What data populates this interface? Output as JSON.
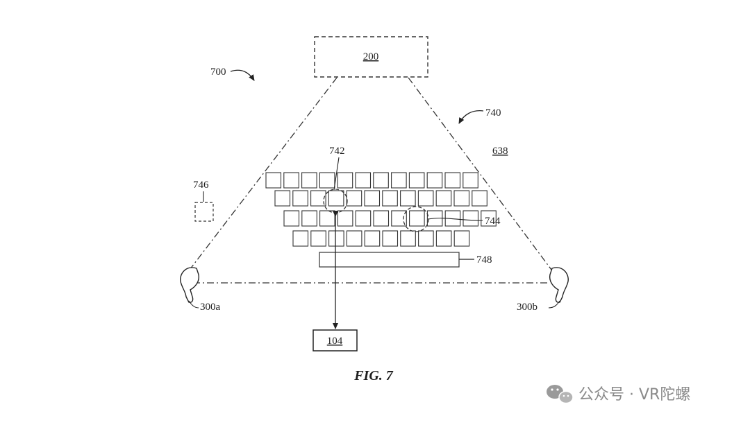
{
  "figure": {
    "caption": "FIG. 7",
    "refs": {
      "system": "700",
      "device_top": "200",
      "field_of_view": "740",
      "virtual_surface": "638",
      "key_a": "742",
      "key_b": "744",
      "remote_element": "746",
      "space_bar": "748",
      "earbud_left": "300a",
      "earbud_right": "300b",
      "controller": "104"
    },
    "keyboard": {
      "row_key_counts": [
        12,
        12,
        12,
        10
      ],
      "space_bar": true
    }
  },
  "watermark": {
    "icon": "wechat-icon",
    "text": "公众号 · VR陀螺"
  }
}
